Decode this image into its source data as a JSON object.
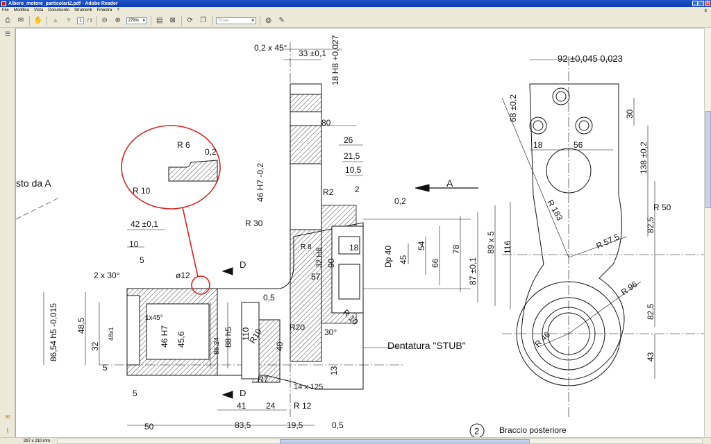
{
  "window": {
    "title": "Albero_motore_particolari2.pdf - Adobe Reader"
  },
  "menu": {
    "items": [
      "File",
      "Modifica",
      "Vista",
      "Documento",
      "Strumenti",
      "Finestra",
      "?"
    ],
    "close": "x"
  },
  "toolbar": {
    "page_current": "1",
    "page_total": "/ 1",
    "zoom": "279%",
    "find_placeholder": "Trova"
  },
  "status": {
    "page_size": "297 x 210 mm"
  },
  "drawing": {
    "left_view_label": "sto da A",
    "view_arrow_label": "A",
    "section_label": "D",
    "detail_labels": [
      "R 6",
      "0,2",
      "R 10"
    ],
    "tooth_label": "Dentatura \"STUB\"",
    "part_number": "2",
    "part_name": "Braccio posteriore",
    "dims_top": [
      "0,2 x 45°",
      "33 ±0,1",
      "18 H8 +0,027",
      "80",
      "26",
      "21,5",
      "10,5",
      "2",
      "R2",
      "0,2"
    ],
    "dims_left": [
      "42 ±0,1",
      "10",
      "5",
      "2 x 30°",
      "ø12",
      "86,54 h5 -0,015",
      "48,5",
      "32",
      "48x1",
      "5",
      "1x45°",
      "46 H7",
      "45,6",
      "86,24",
      "88 h5",
      "110",
      "40",
      "R10",
      "R7",
      "R20",
      "30°",
      "13",
      "5",
      "50",
      "41",
      "24",
      "R 12",
      "83,5",
      "19,5",
      "0,5",
      "14 x 125",
      "0,5",
      "R 30",
      "R 8",
      "32 H8",
      "90",
      "57",
      "18"
    ],
    "dims_center": [
      "46 H7 -0,2",
      "Dp 40",
      "45",
      "54",
      "66",
      "78",
      "87 ±0,1",
      "89 x 5",
      "116",
      "R 10"
    ],
    "dims_right": [
      "92 ±0,045 0,023",
      "68 ±0,2",
      "18",
      "56",
      "30",
      "138 ±0,2",
      "R 50",
      "R 183",
      "82,5",
      "R 57,5",
      "R 96",
      "82,5",
      "R 46",
      "43"
    ]
  }
}
